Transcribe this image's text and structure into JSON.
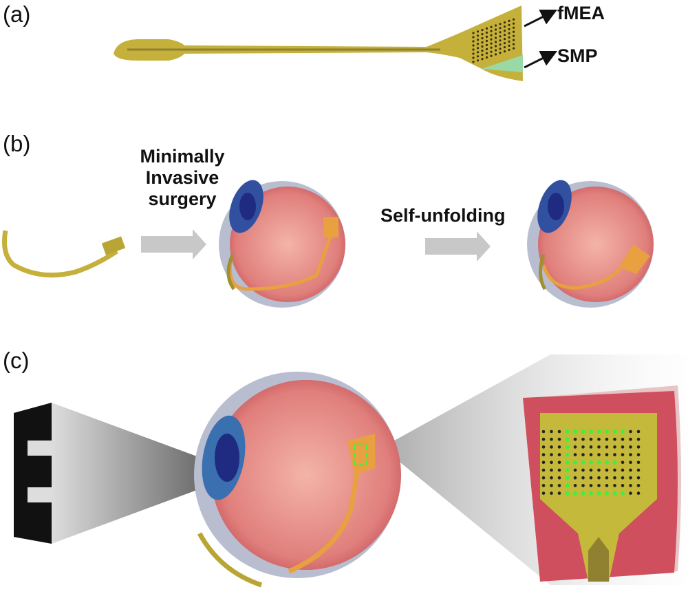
{
  "panels": {
    "a": {
      "label": "(a)",
      "callouts": [
        "fMEA",
        "SMP"
      ]
    },
    "b": {
      "label": "(b)",
      "step1": [
        "Minimally",
        "Invasive",
        "surgery"
      ],
      "step2": "Self-unfolding"
    },
    "c": {
      "label": "(c)"
    }
  },
  "colors": {
    "gold": "#c9b73a",
    "smp": "#9ad9a6",
    "retina": "#e0898a",
    "iris": "#2a3f9a",
    "arrow": "#c8c8c8",
    "active_electrode": "#3ef03e"
  }
}
